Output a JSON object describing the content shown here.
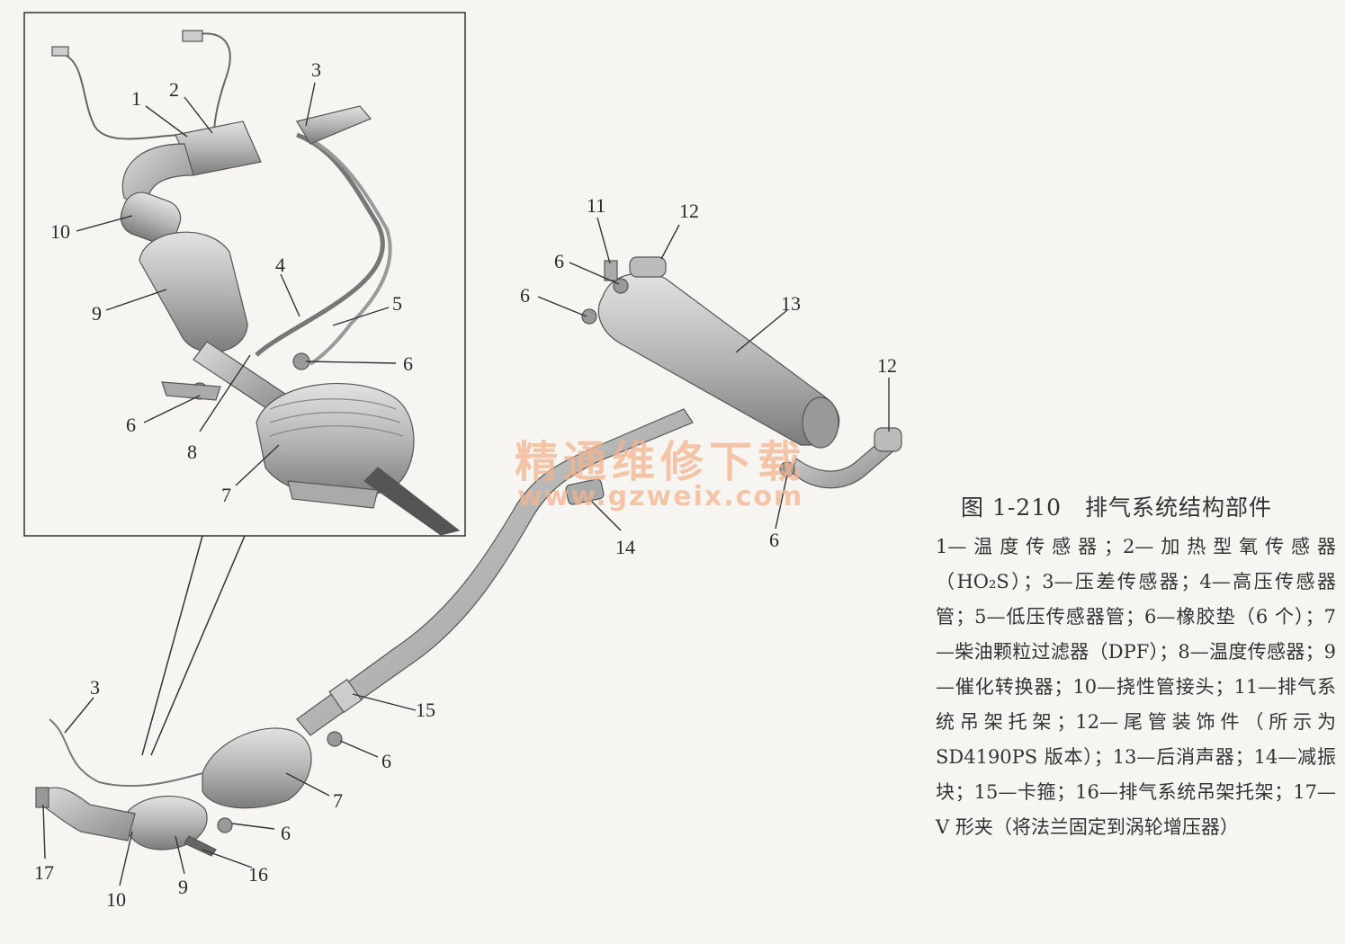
{
  "watermark": {
    "site_name": "精通维修下载",
    "url": "www.gzweix.com"
  },
  "callouts": {
    "inset": [
      "1",
      "2",
      "3",
      "4",
      "5",
      "6",
      "6",
      "7",
      "8",
      "9",
      "10"
    ],
    "main": [
      "11",
      "12",
      "6",
      "6",
      "13",
      "12",
      "6",
      "14",
      "15",
      "3",
      "6",
      "7",
      "6",
      "17",
      "10",
      "9",
      "16"
    ]
  },
  "caption": {
    "title": "图 1-210　排气系统结构部件",
    "body": "1—温度传感器；2—加热型氧传感器（HO₂S）；3—压差传感器；4—高压传感器管；5—低压传感器管；6—橡胶垫（6 个）；7—柴油颗粒过滤器（DPF）；8—温度传感器；9—催化转换器；10—挠性管接头；11—排气系统吊架托架；12—尾管装饰件（所示为 SD4190PS 版本）；13—后消声器；14—减振块；15—卡箍；16—排气系统吊架托架；17—V 形夹（将法兰固定到涡轮增压器）"
  },
  "colors": {
    "line": "#3a3a3a",
    "part_fill": "#b9b9b9",
    "part_shade": "#8e8e8e",
    "watermark": "#f2b48f",
    "background": "#f6f5f1"
  }
}
